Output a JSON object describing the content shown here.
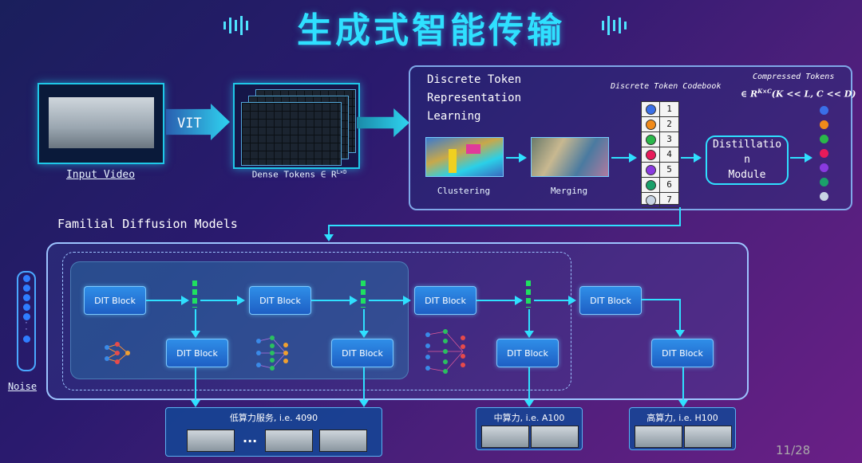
{
  "title": "生成式智能传输",
  "input": {
    "caption": "Input Video",
    "vit": "VIT"
  },
  "dense": {
    "caption": "Dense Tokens ∈ R",
    "sup": "L×D"
  },
  "panel": {
    "heading": [
      "Discrete Token",
      "Representation",
      "Learning"
    ],
    "clustering": "Clustering",
    "merging": "Merging",
    "codebook_title": "Discrete Token Codebook",
    "codebook": [
      {
        "n": "1",
        "color": "#3a6fe8"
      },
      {
        "n": "2",
        "color": "#f08a1a"
      },
      {
        "n": "3",
        "color": "#2ab84a"
      },
      {
        "n": "4",
        "color": "#e81a5a"
      },
      {
        "n": "5",
        "color": "#8a3ae0"
      },
      {
        "n": "6",
        "color": "#1aa06a"
      },
      {
        "n": "7",
        "color": "#c8d4e4"
      }
    ],
    "distill": [
      "Distillatio",
      "n",
      "Module"
    ],
    "compressed_title": "Compressed Tokens",
    "compressed_formula": "∈ R",
    "compressed_sup": "K×C",
    "compressed_cond": "(K << L, C << D)"
  },
  "familial": {
    "title": "Familial Diffusion Models",
    "dit": "DIT Block",
    "noise": "Noise"
  },
  "outputs": [
    {
      "label": "低算力服务, i.e. 4090",
      "ellipsis": "..."
    },
    {
      "label": "中算力, i.e. A100"
    },
    {
      "label": "高算力, i.e. H100"
    }
  ],
  "page": "11/28"
}
